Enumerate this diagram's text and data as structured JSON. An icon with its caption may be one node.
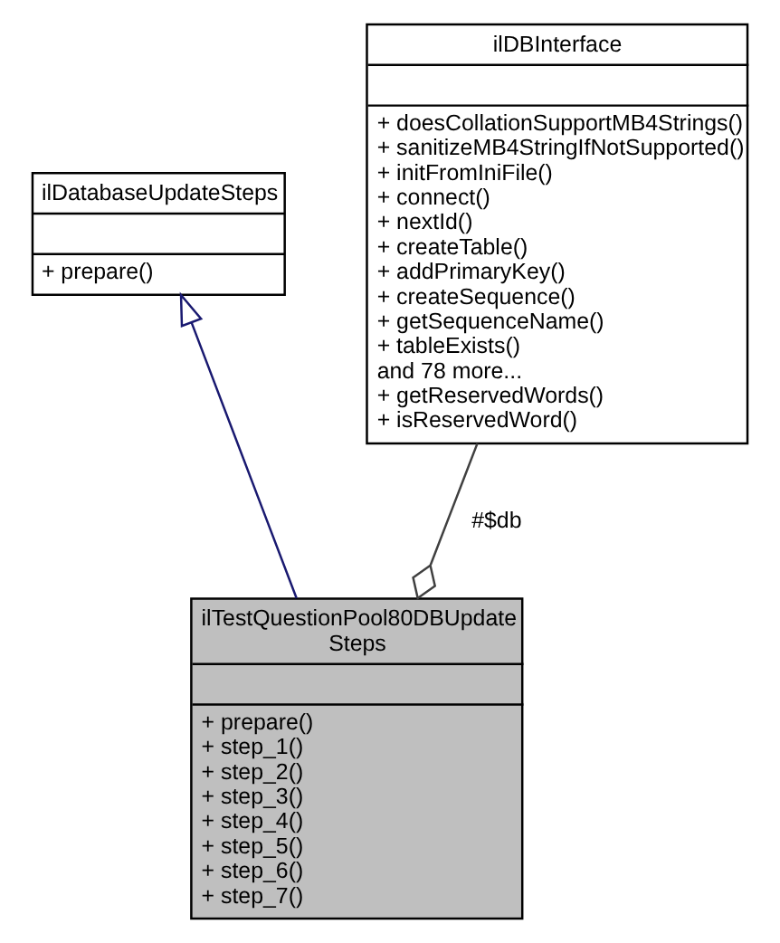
{
  "diagram": {
    "nodes": [
      {
        "text": [
          "ilDatabaseUpdateSteps",
          "+ prepare()"
        ]
      },
      {
        "text": [
          "ilDBInterface",
          "+ doesCollationSupportMB4Strings()",
          "+ sanitizeMB4StringIfNotSupported()",
          "+ initFromIniFile()",
          "+ connect()",
          "+ nextId()",
          "+ createTable()",
          "+ addPrimaryKey()",
          "+ createSequence()",
          "+ getSequenceName()",
          "+ tableExists()",
          "and 78 more...",
          "+ getReservedWords()",
          "+ isReservedWord()"
        ]
      },
      {
        "text": [
          "ilTestQuestionPool80DBUpdate Steps",
          "+ prepare()",
          "+ step_1()",
          "+ step_2()",
          "+ step_3()",
          "+ step_4()",
          "+ step_5()",
          "+ step_6()",
          "+ step_7()"
        ]
      }
    ],
    "edges": [
      {
        "from": 2,
        "to": 0,
        "arrow": "to",
        "color": "#191970"
      },
      {
        "from": 2,
        "to": 1,
        "arrow": "other",
        "label": "#$db",
        "color": "#404040"
      }
    ]
  }
}
